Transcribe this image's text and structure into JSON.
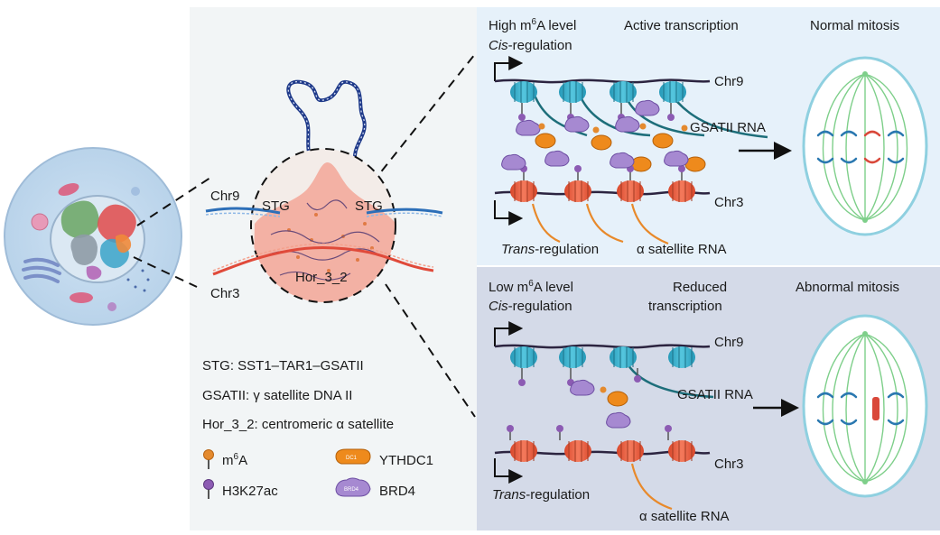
{
  "zoom": {
    "chr9": "Chr9",
    "chr3": "Chr3",
    "stg_left": "STG",
    "stg_right": "STG",
    "hor": "Hor_3_2"
  },
  "legend": {
    "stg_def": "STG: SST1–TAR1–GSATII",
    "gsatii_def": "GSATII: γ satellite DNA II",
    "hor_def": "Hor_3_2: centromeric α satellite",
    "m6a_base": "m",
    "m6a_sup": "6",
    "m6a_end": "A",
    "h3k27ac": "H3K27ac",
    "ythdc1": "YTHDC1",
    "brd4": "BRD4",
    "dc1_tag": "DC1",
    "brd4_tag": "BRD4"
  },
  "top_panel": {
    "level_pre": "High m",
    "level_sup": "6",
    "level_post": "A level",
    "cis_it": "Cis",
    "cis_rest": "-regulation",
    "transcription": "Active transcription",
    "mitosis": "Normal mitosis",
    "chr9": "Chr9",
    "chr3": "Chr3",
    "gsatii": "GSATII RNA",
    "trans_it": "Trans",
    "trans_rest": "-regulation",
    "alpha": "α satellite RNA"
  },
  "bottom_panel": {
    "level_pre": "Low m",
    "level_sup": "6",
    "level_post": "A level",
    "cis_it": "Cis",
    "cis_rest": "-regulation",
    "transcription_line1": "Reduced",
    "transcription_line2": "transcription",
    "mitosis": "Abnormal mitosis",
    "chr9": "Chr9",
    "chr3": "Chr3",
    "gsatii": "GSATII RNA",
    "trans_it": "Trans",
    "trans_rest": "-regulation",
    "alpha": "α satellite RNA"
  },
  "colors": {
    "top_panel_bg": "#e6f1fa",
    "bottom_panel_bg": "#d4dae8",
    "middle_bg": "#f2f5f6",
    "nucleosome_blue": "#2aa6c4",
    "nucleosome_red": "#e8593c",
    "m6a_orange": "#e48a2e",
    "ythdc1_orange": "#ee8a1c",
    "brd4_purple": "#9a78c6",
    "h3k27ac_purple": "#8c5bb3",
    "rna_teal": "#1d6e7a",
    "dna_dark": "#3a2c4a",
    "centromere_pink": "#f3b1a4"
  }
}
